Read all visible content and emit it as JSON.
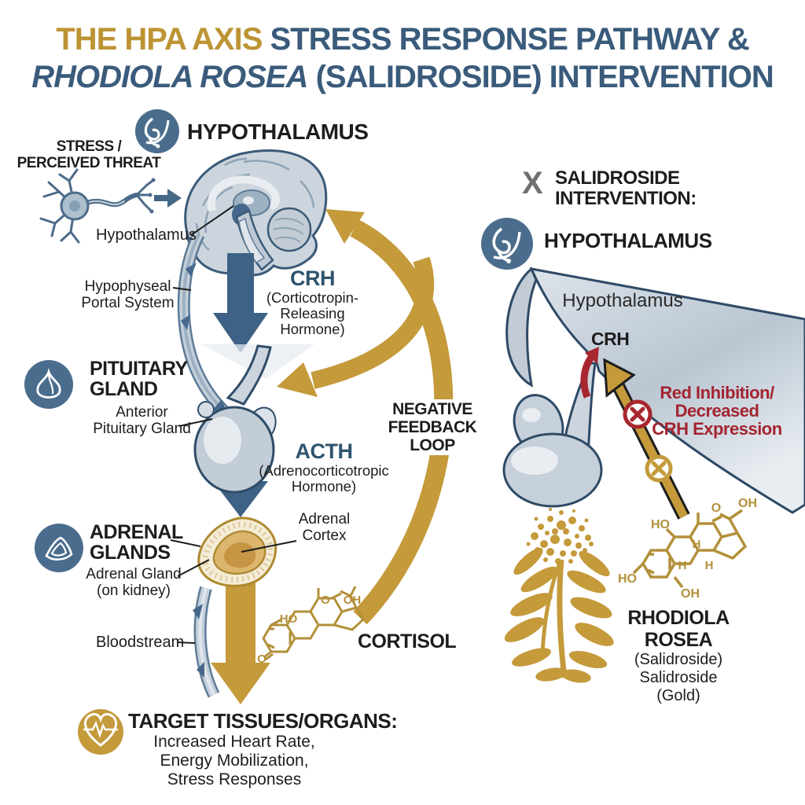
{
  "colors": {
    "gold": "#c49a3b",
    "title_blue": "#3a5b7b",
    "heading_blue": "#2f546e",
    "icon_blue": "#4b6d8d",
    "arrow_blue": "#3e6286",
    "red": "#a8262e",
    "red_text": "#a32430",
    "black": "#1d1d1d",
    "gray_x": "#6f6f6f"
  },
  "title": {
    "part1_gold": "THE HPA AXIS",
    "part2_blue": " STRESS RESPONSE PATHWAY &",
    "part3_italic": "RHODIOLA ROSEA",
    "part4": " (SALIDROSIDE) INTERVENTION"
  },
  "left": {
    "stress_line1": "STRESS /",
    "stress_line2": "PERCEIVED THREAT",
    "hypothalamus_heading": "HYPOTHALAMUS",
    "hypothalamus_label": "Hypothalamus",
    "portal_line1": "Hypophyseal",
    "portal_line2": "Portal System",
    "crh_abbr": "CRH",
    "crh_line1": "(Corticotropin-",
    "crh_line2": "Releasing",
    "crh_line3": "Hormone)",
    "pituitary_line1": "PITUITARY",
    "pituitary_line2": "GLAND",
    "anterior_line1": "Anterior",
    "anterior_line2": "Pituitary Gland",
    "acth_abbr": "ACTH",
    "acth_line1": "(Adrenocorticotropic",
    "acth_line2": "Hormone)",
    "adrenal_line1": "ADRENAL",
    "adrenal_line2": "GLANDS",
    "adrenal_gland_line1": "Adrenal Gland",
    "adrenal_gland_line2": "(on kidney)",
    "adrenal_cortex_line1": "Adrenal",
    "adrenal_cortex_line2": "Cortex",
    "bloodstream_label": "Bloodstream",
    "cortisol_label": "CORTISOL",
    "feedback_line1": "NEGATIVE",
    "feedback_line2": "FEEDBACK",
    "feedback_line3": "LOOP",
    "target_heading": "TARGET TISSUES/ORGANS:",
    "target_line1": "Increased Heart Rate,",
    "target_line2": "Energy Mobilization,",
    "target_line3": "Stress Responses"
  },
  "right": {
    "x_mark": "X",
    "salidroside_line1": "SALIDROSIDE",
    "salidroside_line2": "INTERVENTION:",
    "hypothalamus_heading": "HYPOTHALAMUS",
    "hypothalamus_label": "Hypothalamus",
    "crh_label": "CRH",
    "inhibition_line1": "Red Inhibition/",
    "inhibition_line2": "Decreased",
    "inhibition_line3": "CRH Expression",
    "rhodiola_line1": "RHODIOLA ROSEA",
    "rhodiola_line2": "(Salidroside)",
    "rhodiola_line3": "Salidroside",
    "rhodiola_line4": "(Gold)"
  },
  "chem": {
    "cortisol": {
      "ho_left": "HO",
      "o_bottom": "O",
      "o_top": "O",
      "oh_top": "OH"
    },
    "salidroside": {
      "o_top": "O",
      "oh_top": "OH",
      "ho_left": "HO",
      "h_mid": "H",
      "h_low1": "H",
      "h_low2": "H",
      "ho_bottom": "HO",
      "oh_bottom": "OH"
    }
  }
}
